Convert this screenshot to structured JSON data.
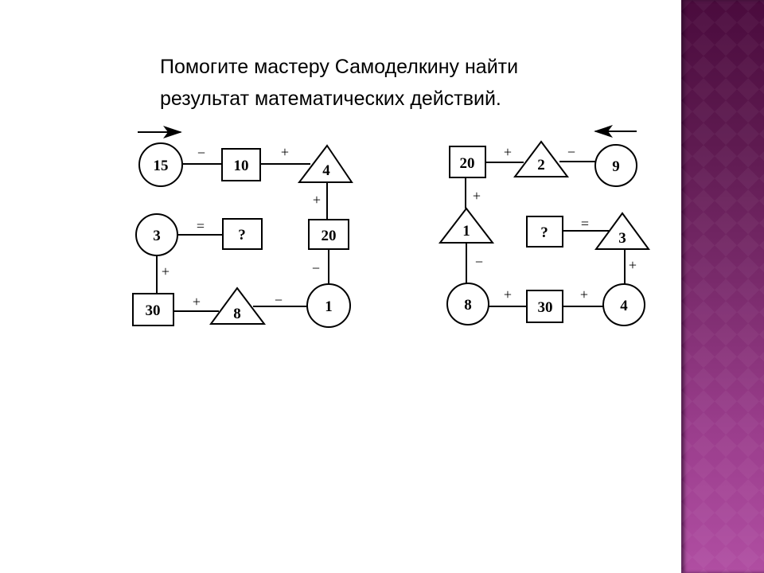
{
  "slide": {
    "title_line1": "Помогите мастеру Самоделкину найти",
    "title_line2": "результат математических действий.",
    "accent_color": "#7a2b6c"
  },
  "left_puzzle": {
    "direction": "right",
    "nodes": {
      "circle_start": "15",
      "rect_a": "10",
      "triangle_a": "4",
      "rect_b": "20",
      "circle_b": "1",
      "triangle_b": "8",
      "rect_c": "30",
      "circle_c": "3",
      "result": "?"
    },
    "ops": {
      "op1": "−",
      "op2": "+",
      "op3": "+",
      "op4": "−",
      "op5": "−",
      "op6": "+",
      "op7": "+",
      "op8": "="
    }
  },
  "right_puzzle": {
    "direction": "left",
    "nodes": {
      "circle_start": "9",
      "triangle_a": "2",
      "rect_a": "20",
      "triangle_b": "1",
      "circle_b": "8",
      "rect_b": "30",
      "circle_c": "4",
      "triangle_c": "3",
      "result": "?"
    },
    "ops": {
      "op1": "−",
      "op2": "+",
      "op3": "+",
      "op4": "−",
      "op5": "+",
      "op6": "+",
      "op7": "+",
      "op8": "="
    }
  }
}
